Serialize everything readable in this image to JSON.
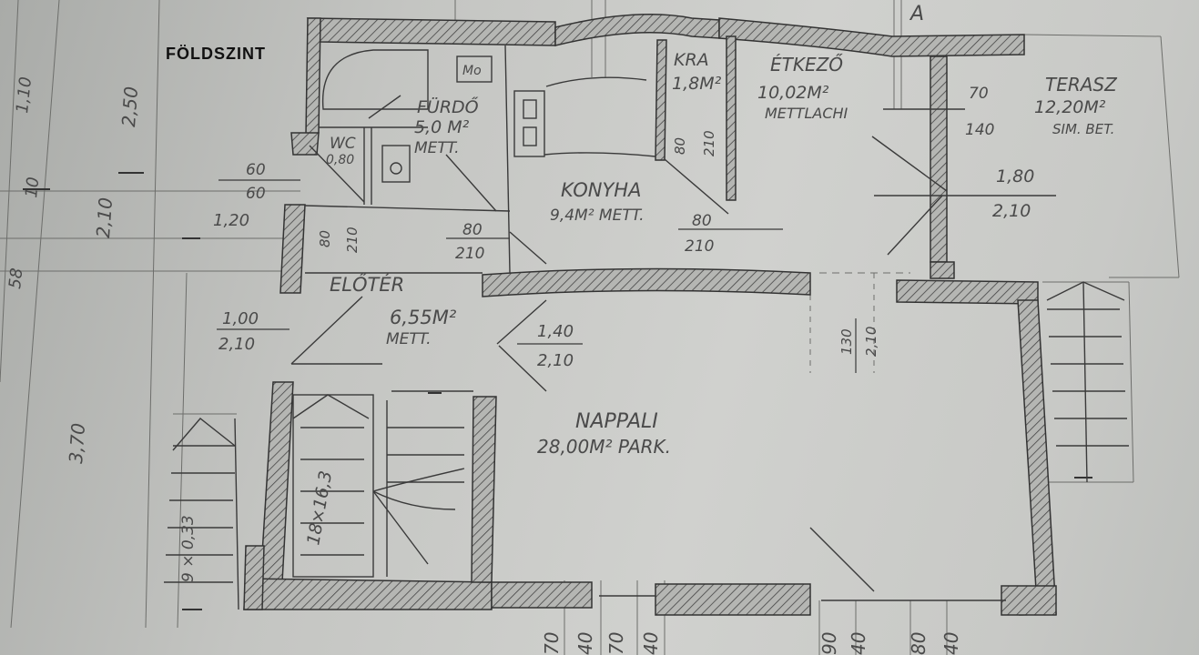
{
  "plan": {
    "title": "FÖLDSZINT",
    "section_marker": "A",
    "rooms": [
      {
        "key": "furdo",
        "name": "FÜRDŐ",
        "area": "5,0 M²",
        "floor": "METT."
      },
      {
        "key": "wc",
        "name": "WC",
        "area": "0,80"
      },
      {
        "key": "kra",
        "name": "KRA",
        "area": "1,8M²"
      },
      {
        "key": "etkezo",
        "name": "ÉTKEZŐ",
        "area": "10,02M²",
        "floor": "METTLACHI"
      },
      {
        "key": "terasz",
        "name": "TERASZ",
        "area": "12,20M²",
        "floor": "SIM. BET."
      },
      {
        "key": "konyha",
        "name": "KONYHA",
        "area": "9,4M² METT."
      },
      {
        "key": "eloter",
        "name": "ELŐTÉR",
        "area": "6,55M²",
        "floor": "METT."
      },
      {
        "key": "nappali",
        "name": "NAPPALI",
        "area": "28,00M² PARK."
      }
    ],
    "appliance": "Mo",
    "stair": "18×16,3",
    "stair_ext": "9 × 0,33",
    "openings": [
      {
        "key": "w_60",
        "top": "60",
        "bottom": "60"
      },
      {
        "key": "w_120",
        "top": "1,20"
      },
      {
        "key": "d_wc",
        "a": "80",
        "b": "210"
      },
      {
        "key": "d_furdo",
        "top": "80",
        "bottom": "210"
      },
      {
        "key": "d_kra",
        "a": "80",
        "b": "210"
      },
      {
        "key": "d_konyha",
        "top": "80",
        "bottom": "210"
      },
      {
        "key": "w_70",
        "top": "70",
        "bottom": "140"
      },
      {
        "key": "d_terasz",
        "top": "1,80",
        "bottom": "2,10"
      },
      {
        "key": "d_eloter",
        "top": "1,00",
        "bottom": "2,10"
      },
      {
        "key": "d_nappali",
        "top": "1,40",
        "bottom": "2,10"
      },
      {
        "key": "o_130",
        "a": "130",
        "b": "2,10"
      }
    ],
    "left_dims": [
      "1,10",
      "10",
      "2,50",
      "2,10",
      "58",
      "3,70"
    ],
    "bottom_dims": [
      "70",
      "40",
      "70",
      "40",
      "90",
      "40",
      "80",
      "40"
    ]
  }
}
